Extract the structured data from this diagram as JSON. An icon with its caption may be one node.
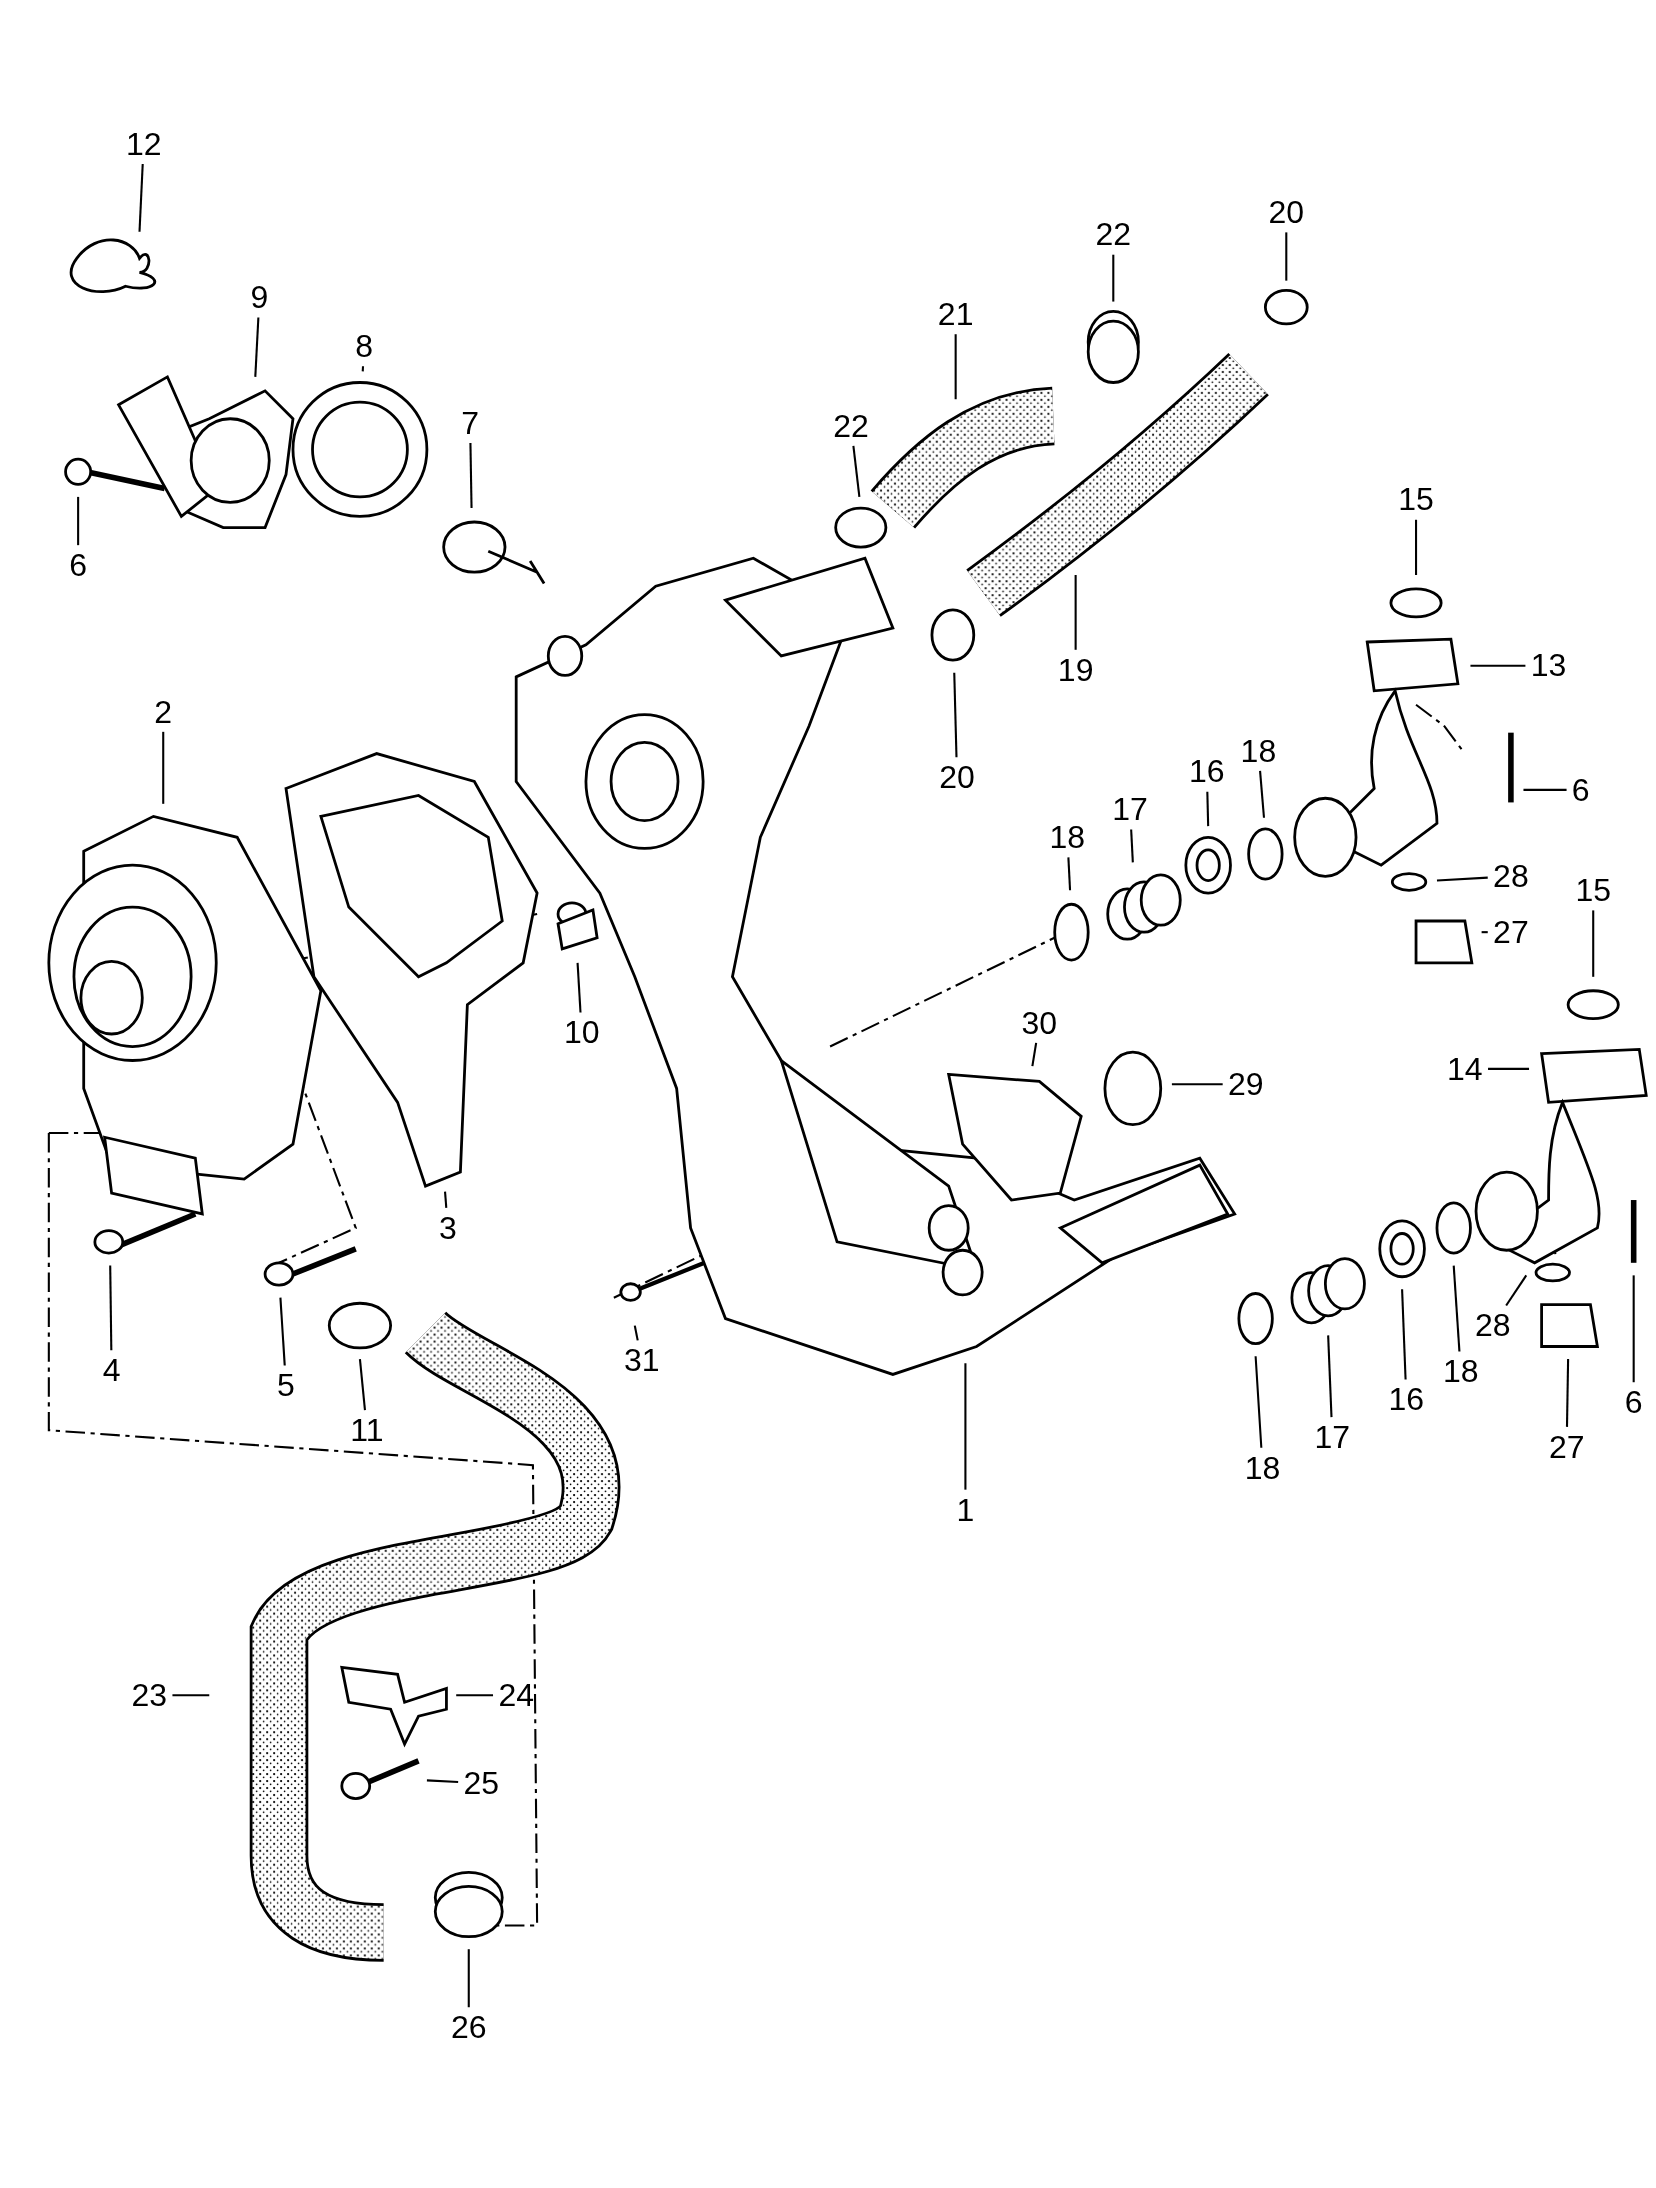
{
  "diagram": {
    "nodes": [
      {
        "text": [
          "12"
        ]
      },
      {
        "text": [
          "20"
        ]
      },
      {
        "text": [
          "22"
        ]
      },
      {
        "text": [
          "9"
        ]
      },
      {
        "text": [
          "21"
        ]
      },
      {
        "text": [
          "8"
        ]
      },
      {
        "text": [
          "22"
        ]
      },
      {
        "text": [
          "7"
        ]
      },
      {
        "text": [
          "15"
        ]
      },
      {
        "text": [
          "6"
        ]
      },
      {
        "text": [
          "13"
        ]
      },
      {
        "text": [
          "19"
        ]
      },
      {
        "text": [
          "2"
        ]
      },
      {
        "text": [
          "18"
        ]
      },
      {
        "text": [
          "16"
        ]
      },
      {
        "text": [
          "20"
        ]
      },
      {
        "text": [
          "6"
        ]
      },
      {
        "text": [
          "17"
        ]
      },
      {
        "text": [
          "18"
        ]
      },
      {
        "text": [
          "28"
        ]
      },
      {
        "text": [
          "15"
        ]
      },
      {
        "text": [
          "27"
        ]
      },
      {
        "text": [
          "30"
        ]
      },
      {
        "text": [
          "10"
        ]
      },
      {
        "text": [
          "14"
        ]
      },
      {
        "text": [
          "29"
        ]
      },
      {
        "text": [
          "3"
        ]
      },
      {
        "text": [
          "31"
        ]
      },
      {
        "text": [
          "28"
        ]
      },
      {
        "text": [
          "4"
        ]
      },
      {
        "text": [
          "18"
        ]
      },
      {
        "text": [
          "5"
        ]
      },
      {
        "text": [
          "6"
        ]
      },
      {
        "text": [
          "16"
        ]
      },
      {
        "text": [
          "11"
        ]
      },
      {
        "text": [
          "17"
        ]
      },
      {
        "text": [
          "27"
        ]
      },
      {
        "text": [
          "18"
        ]
      },
      {
        "text": [
          "1"
        ]
      },
      {
        "text": [
          "23"
        ]
      },
      {
        "text": [
          "24"
        ]
      },
      {
        "text": [
          "25"
        ]
      },
      {
        "text": [
          "26"
        ]
      }
    ],
    "edges": [
      {
        "from": 0,
        "to": null,
        "arrow": "none"
      },
      {
        "from": 1,
        "to": null,
        "arrow": "none"
      },
      {
        "from": 2,
        "to": null,
        "arrow": "none"
      },
      {
        "from": 3,
        "to": null,
        "arrow": "none"
      },
      {
        "from": 4,
        "to": null,
        "arrow": "none"
      },
      {
        "from": 5,
        "to": null,
        "arrow": "none"
      },
      {
        "from": 6,
        "to": null,
        "arrow": "none"
      },
      {
        "from": 7,
        "to": null,
        "arrow": "none"
      },
      {
        "from": 8,
        "to": null,
        "arrow": "none"
      },
      {
        "from": 9,
        "to": null,
        "arrow": "none"
      },
      {
        "from": 10,
        "to": null,
        "arrow": "none"
      },
      {
        "from": 11,
        "to": null,
        "arrow": "none"
      },
      {
        "from": 12,
        "to": null,
        "arrow": "none"
      },
      {
        "from": 13,
        "to": null,
        "arrow": "none"
      },
      {
        "from": 14,
        "to": null,
        "arrow": "none"
      },
      {
        "from": 15,
        "to": null,
        "arrow": "none"
      },
      {
        "from": 16,
        "to": null,
        "arrow": "none"
      },
      {
        "from": 17,
        "to": null,
        "arrow": "none"
      },
      {
        "from": 18,
        "to": null,
        "arrow": "none"
      },
      {
        "from": 19,
        "to": null,
        "arrow": "none"
      },
      {
        "from": 20,
        "to": null,
        "arrow": "none"
      },
      {
        "from": 21,
        "to": null,
        "arrow": "none"
      },
      {
        "from": 22,
        "to": null,
        "arrow": "none"
      },
      {
        "from": 23,
        "to": null,
        "arrow": "none"
      },
      {
        "from": 24,
        "to": null,
        "arrow": "none"
      },
      {
        "from": 25,
        "to": null,
        "arrow": "none"
      },
      {
        "from": 26,
        "to": null,
        "arrow": "none"
      },
      {
        "from": 27,
        "to": null,
        "arrow": "none"
      },
      {
        "from": 28,
        "to": null,
        "arrow": "none"
      },
      {
        "from": 29,
        "to": null,
        "arrow": "none"
      },
      {
        "from": 30,
        "to": null,
        "arrow": "none"
      },
      {
        "from": 31,
        "to": null,
        "arrow": "none"
      },
      {
        "from": 32,
        "to": null,
        "arrow": "none"
      },
      {
        "from": 33,
        "to": null,
        "arrow": "none"
      },
      {
        "from": 34,
        "to": null,
        "arrow": "none"
      },
      {
        "from": 35,
        "to": null,
        "arrow": "none"
      },
      {
        "from": 36,
        "to": null,
        "arrow": "none"
      },
      {
        "from": 37,
        "to": null,
        "arrow": "none"
      },
      {
        "from": 38,
        "to": null,
        "arrow": "none"
      },
      {
        "from": 39,
        "to": null,
        "arrow": "none"
      },
      {
        "from": 40,
        "to": null,
        "arrow": "none"
      },
      {
        "from": 41,
        "to": null,
        "arrow": "none"
      },
      {
        "from": 42,
        "to": null,
        "arrow": "none"
      }
    ]
  }
}
